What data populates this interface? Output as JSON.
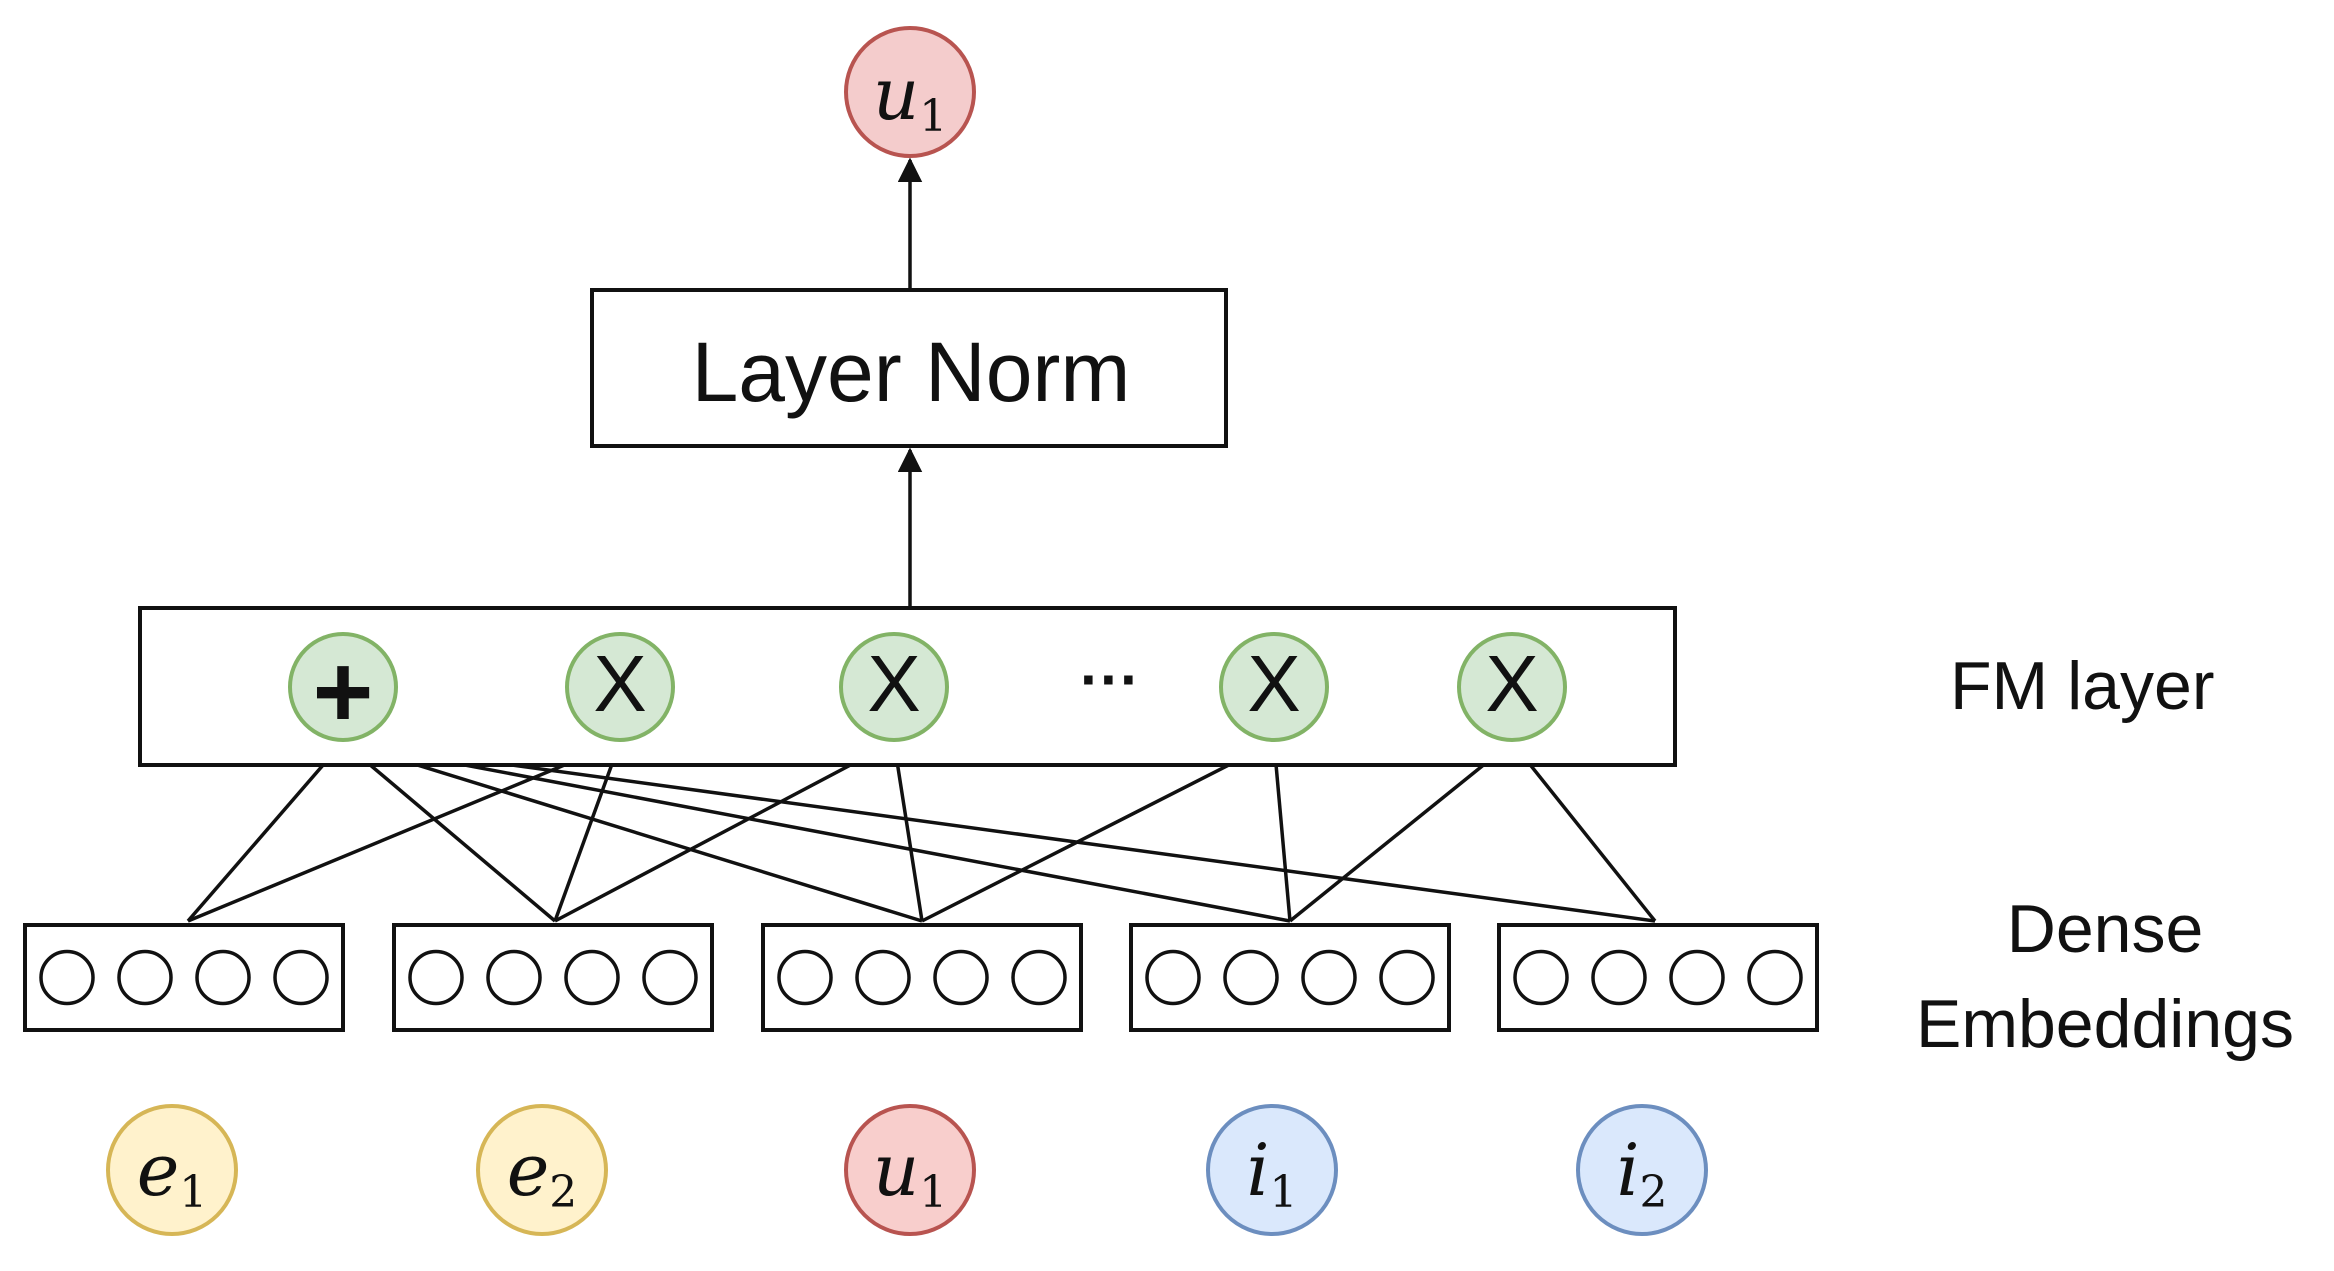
{
  "output_node": {
    "label": "u",
    "subscript": "1",
    "color": "#f4cccc",
    "stroke": "#b85450"
  },
  "layer_norm": {
    "label": "Layer Norm"
  },
  "fm_layer": {
    "label": "FM layer",
    "ops": [
      "+",
      "X",
      "X",
      "X",
      "X"
    ],
    "ellipsis": "···",
    "op_fill": "#d5e8d4",
    "op_stroke": "#82b366"
  },
  "dense_embeddings": {
    "label_line1": "Dense",
    "label_line2": "Embeddings",
    "cells_per_block": 4
  },
  "inputs": [
    {
      "label": "e",
      "subscript": "1",
      "fill": "#fff2cc",
      "stroke": "#d6b656"
    },
    {
      "label": "e",
      "subscript": "2",
      "fill": "#fff2cc",
      "stroke": "#d6b656"
    },
    {
      "label": "u",
      "subscript": "1",
      "fill": "#f8cecc",
      "stroke": "#b85450"
    },
    {
      "label": "i",
      "subscript": "1",
      "fill": "#dae8fc",
      "stroke": "#6c8ebf"
    },
    {
      "label": "i",
      "subscript": "2",
      "fill": "#dae8fc",
      "stroke": "#6c8ebf"
    }
  ]
}
